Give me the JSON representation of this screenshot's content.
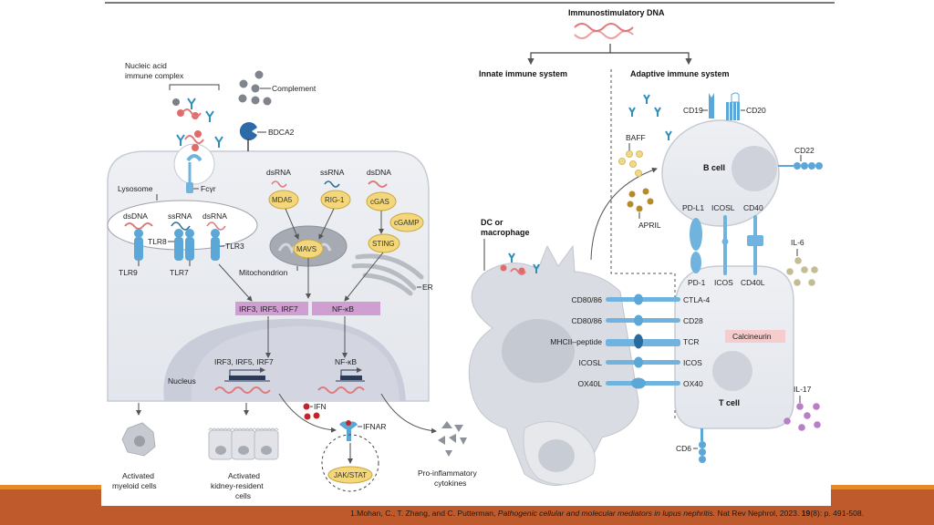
{
  "slide": {
    "citation": {
      "prefix": "1.Mohan, C., T. Zhang, and C. Putterman, ",
      "title": "Pathogenic cellular and molecular mediators in lupus nephritis.",
      "journal": " Nat Rev Nephrol, 2023. ",
      "volume": "19",
      "issue_pages": "(8): p. 491-508."
    },
    "colors": {
      "footer_bar": "#bf5a2c",
      "footer_stripe": "#e58a2a"
    }
  },
  "diagram": {
    "top": {
      "title": "Immunostimulatory DNA",
      "left_branch": "Innate immune system",
      "right_branch": "Adaptive immune system"
    },
    "innate": {
      "extracellular": {
        "immune_complex": [
          "Nucleic acid",
          "immune complex"
        ],
        "complement": "Complement",
        "bdca2": "BDCA2",
        "fcyr": "Fcγr"
      },
      "lysosome": {
        "label": "Lysosome",
        "ligands": [
          "dsDNA",
          "ssRNA",
          "dsRNA"
        ],
        "receptors": [
          "TLR9",
          "TLR8",
          "TLR7",
          "TLR3"
        ]
      },
      "cytosol": {
        "ligands": [
          "dsRNA",
          "ssRNA",
          "dsDNA"
        ],
        "sensors": [
          "MDA5",
          "RIG-1",
          "cGAS"
        ],
        "cgamp": "cGAMP",
        "mavs": "MAVS",
        "sting": "STING",
        "mitochondrion": "Mitochondrion",
        "er": "ER"
      },
      "transcription_factors": [
        "IRF3, IRF5, IRF7",
        "NF-κB"
      ],
      "nucleus": {
        "label": "Nucleus",
        "genes": [
          "IRF3, IRF5, IRF7",
          "NF-κB"
        ]
      },
      "outputs": {
        "ifn": "IFN",
        "ifnar": "IFNAR",
        "jak_stat": "JAK/STAT",
        "myeloid": [
          "Activated",
          "myeloid cells"
        ],
        "kidney": [
          "Activated",
          "kidney-resident",
          "cells"
        ],
        "cytokines": [
          "Pro-inflammatory",
          "cytokines"
        ]
      }
    },
    "adaptive": {
      "dc_label": [
        "DC or",
        "macrophage"
      ],
      "b_cell": {
        "label": "B cell",
        "surface": [
          "CD19",
          "CD20",
          "CD22"
        ],
        "baff": "BAFF",
        "april": "APRIL",
        "bottom_ligands": [
          "PD-L1",
          "ICOSL",
          "CD40"
        ]
      },
      "t_cell": {
        "label": "T cell",
        "top_receptors": [
          "PD-1",
          "ICOS",
          "CD40L"
        ],
        "calcineurin": "Calcineurin",
        "cd6": "CD6",
        "il6": "IL-6",
        "il17": "IL-17"
      },
      "synapse_pairs": [
        {
          "apc": "CD80/86",
          "t": "CTLA-4"
        },
        {
          "apc": "CD80/86",
          "t": "CD28"
        },
        {
          "apc": "MHCII–peptide",
          "t": "TCR"
        },
        {
          "apc": "ICOSL",
          "t": "ICOS"
        },
        {
          "apc": "OX40L",
          "t": "OX40"
        }
      ]
    }
  }
}
